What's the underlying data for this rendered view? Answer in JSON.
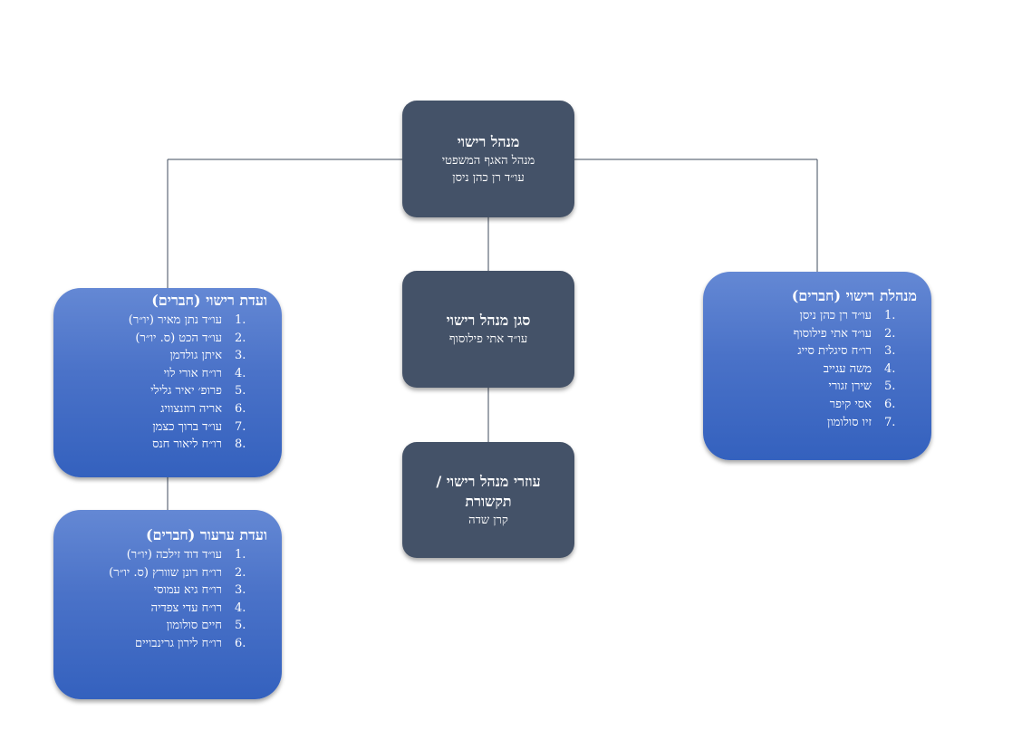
{
  "diagram": {
    "top": {
      "title": "מנהל רישוי",
      "lines": [
        "מנהל האגף המשפטי",
        "עו״ד רן כהן ניסן"
      ]
    },
    "deputy": {
      "title": "סגן מנהל רישוי",
      "lines": [
        "עו״ד אתי פילוסוף"
      ]
    },
    "assistants": {
      "title_line1": "עוזרי מנהל רישוי /",
      "title_line2": "תקשורת",
      "lines": [
        "קרן שדה"
      ]
    },
    "licensing_management": {
      "title": "מנהלת רישוי (חברים)",
      "members": [
        {
          "num": "1.",
          "name": "עו״ד רן כהן ניסן"
        },
        {
          "num": "2.",
          "name": "עו״ד אתי פילוסוף"
        },
        {
          "num": "3.",
          "name": "רו״ח סיגלית סייג"
        },
        {
          "num": "4.",
          "name": "משה עגייב"
        },
        {
          "num": "5.",
          "name": "שירן זגורי"
        },
        {
          "num": "6.",
          "name": "אסי קיפר"
        },
        {
          "num": "7.",
          "name": "זיו סולומון"
        }
      ]
    },
    "licensing_committee": {
      "title": "ועדת רישוי (חברים)",
      "members": [
        {
          "num": "1.",
          "name": "עו״ד נתן מאיר (יו״ר)"
        },
        {
          "num": "2.",
          "name": "עו״ד הכט (ס. יו״ר)"
        },
        {
          "num": "3.",
          "name": "איתן גולדמן"
        },
        {
          "num": "4.",
          "name": "רו״ח אורי לוי"
        },
        {
          "num": "5.",
          "name": "פרופ׳ יאיר גלילי"
        },
        {
          "num": "6.",
          "name": "אריה רוזנצוויג"
        },
        {
          "num": "7.",
          "name": "עו״ד ברוך כצמן"
        },
        {
          "num": "8.",
          "name": "רו״ח ליאור חנס"
        }
      ]
    },
    "appeals_committee": {
      "title": "ועדת ערעור (חברים)",
      "members": [
        {
          "num": "1.",
          "name": "עו״ד דוד זילכה (יו״ר)"
        },
        {
          "num": "2.",
          "name": "רו״ח רונן שוורץ (ס. יו״ר)"
        },
        {
          "num": "3.",
          "name": "רו״ח גיא עמוסי"
        },
        {
          "num": "4.",
          "name": "רו״ח עדי צפדיה"
        },
        {
          "num": "5.",
          "name": "חיים סולומון"
        },
        {
          "num": "6.",
          "name": "רו״ח לירון גרינבויים"
        }
      ]
    },
    "colors": {
      "dark_box": "#445268",
      "blue_box_top": "#6488d4",
      "blue_box_bottom": "#3461be",
      "connector": "#3f4b5e",
      "text": "#ffffff"
    }
  }
}
